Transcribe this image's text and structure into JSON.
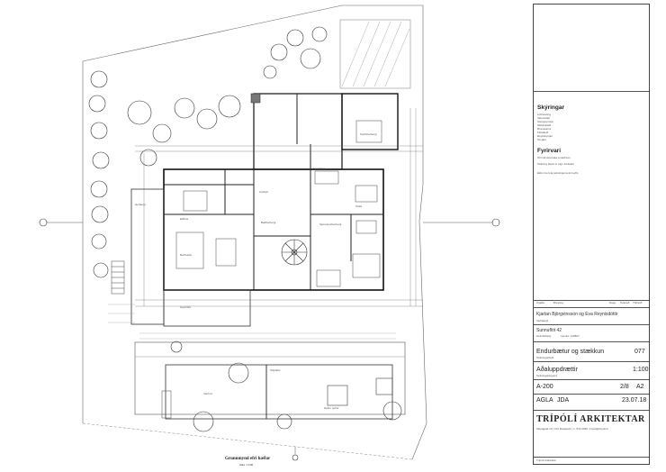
{
  "legend": {
    "heading": "Skýringar",
    "items": [
      "Loftræsting",
      "Vatnsúðari",
      "Sorpgeymsla",
      "Slökkvitæki",
      "Brunavarnir",
      "Flóttaleið",
      "Reykskynjari",
      "Tenglar"
    ]
  },
  "notes": {
    "heading": "Fyrirvari",
    "lines": [
      "Öll mál skal taka á staðnum",
      "Teikning þessi er eign arkitekts",
      "Ekki má nota teikninguna án leyfis"
    ]
  },
  "revisions": {
    "columns": [
      "Útgáfa",
      "Breyting",
      "Dags",
      "Teiknað",
      "Yfirfarið"
    ]
  },
  "client": {
    "name": "Kjartan Björgvinsson og Eva Reynisdóttir",
    "label": "Verkkaupi"
  },
  "address": {
    "name": "Sunnuflöt 42",
    "label": "Heimilisfang",
    "plot": "Landnr. 119807"
  },
  "project": {
    "title": "Endurbætur og stækkun",
    "number": "077",
    "label": "Teikningarheiti"
  },
  "drawing": {
    "title": "Aðaluppdrættir",
    "scale": "1:100",
    "label": "Teikningartegund"
  },
  "sheet": {
    "number": "A-200",
    "index": "2/8",
    "size": "A2"
  },
  "signoff": {
    "drawn": "AGLA",
    "checked": "JDA",
    "date": "23.07.18"
  },
  "firm": {
    "name": "TRÍPÓLÍ ARKITEKTAR",
    "address": "Skipagata 16 | 101 Reykjavík | s. 519 2090 | tripoli@tripoli.is",
    "footer": "Trípólí Arkitektar"
  },
  "plan_caption": {
    "title": "Grunnmynd efri hæðar",
    "scale": "mkv 1:100"
  },
  "rooms": [
    "Eldhús",
    "Borðstofa",
    "Stofa",
    "Sjónvarpsherbergi",
    "Baðherbergi",
    "Svefnherbergi",
    "Herbergi",
    "Anddyri",
    "Þvottahús",
    "Geymsla",
    "Verönd",
    "Sólpallur",
    "Heitur pottur"
  ]
}
